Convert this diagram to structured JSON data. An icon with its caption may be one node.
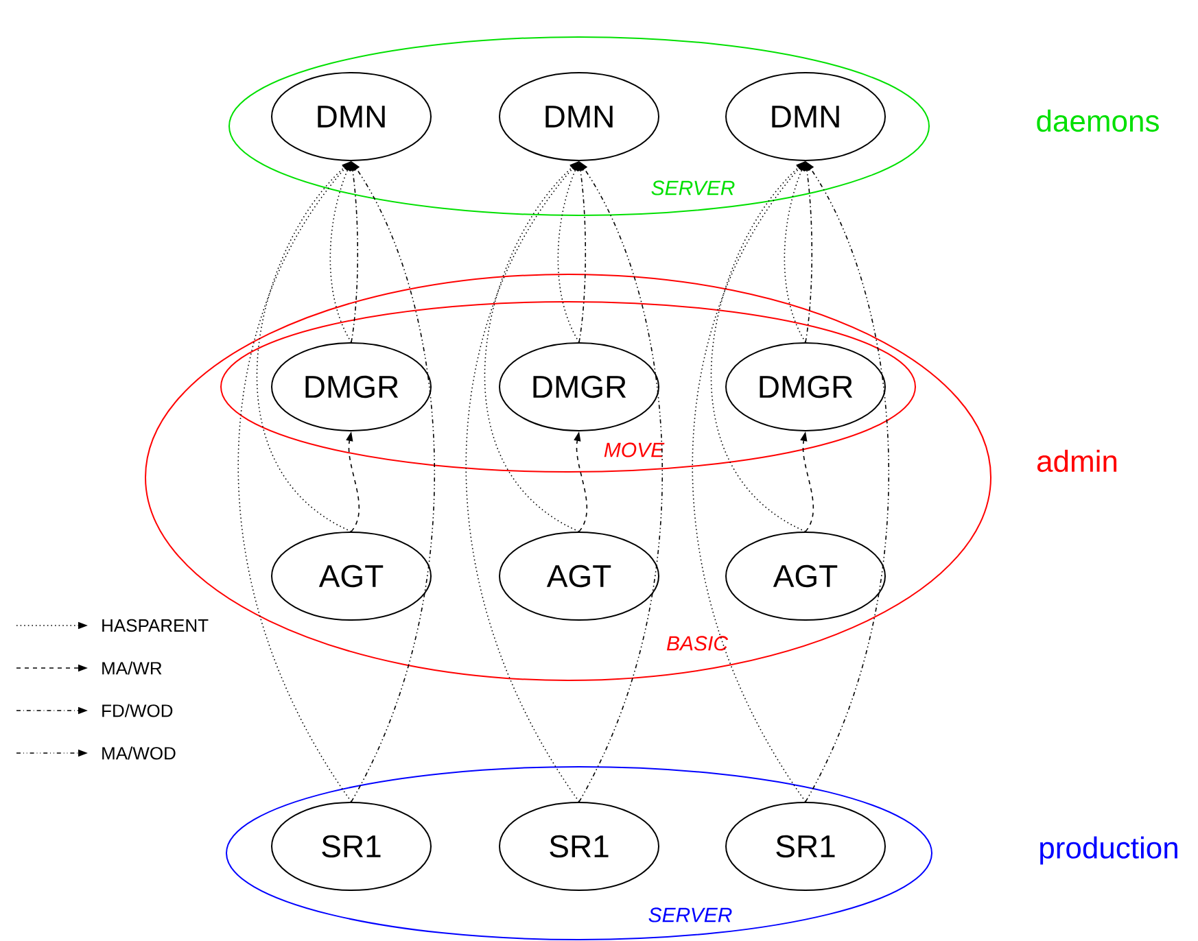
{
  "diagram": {
    "nodes": [
      {
        "text": [
          "SERVER"
        ],
        "beside": [
          "daemons"
        ]
      },
      {
        "text": [
          "DMN"
        ],
        "in": 0
      },
      {
        "text": [
          "DMN"
        ],
        "in": 0
      },
      {
        "text": [
          "DMN"
        ],
        "in": 0
      },
      {
        "text": [
          "BASIC"
        ],
        "beside": [
          "admin"
        ]
      },
      {
        "text": [
          "MOVE"
        ],
        "in": 4
      },
      {
        "text": [
          "DMGR"
        ],
        "in": 5
      },
      {
        "text": [
          "DMGR"
        ],
        "in": 5
      },
      {
        "text": [
          "DMGR"
        ],
        "in": 5
      },
      {
        "text": [
          "AGT"
        ],
        "in": 4
      },
      {
        "text": [
          "AGT"
        ],
        "in": 4
      },
      {
        "text": [
          "AGT"
        ],
        "in": 4
      },
      {
        "text": [
          "SERVER"
        ],
        "beside": [
          "production"
        ]
      },
      {
        "text": [
          "SR1"
        ],
        "in": 12
      },
      {
        "text": [
          "SR1"
        ],
        "in": 12
      },
      {
        "text": [
          "SR1"
        ],
        "in": 12
      }
    ],
    "edges": [
      {
        "from": 6,
        "to": 1,
        "arrow": "to",
        "style": "dashed"
      },
      {
        "from": 6,
        "to": 1,
        "arrow": "to",
        "style": "dashed"
      },
      {
        "from": 9,
        "to": 6,
        "arrow": "to",
        "style": "dashed"
      },
      {
        "from": 9,
        "to": 1,
        "arrow": "to",
        "style": "dashed"
      },
      {
        "from": 13,
        "to": 1,
        "arrow": "to",
        "style": "dashed"
      },
      {
        "from": 13,
        "to": 1,
        "arrow": "to",
        "style": "dashed"
      },
      {
        "from": 7,
        "to": 2,
        "arrow": "to",
        "style": "dashed"
      },
      {
        "from": 7,
        "to": 2,
        "arrow": "to",
        "style": "dashed"
      },
      {
        "from": 10,
        "to": 7,
        "arrow": "to",
        "style": "dashed"
      },
      {
        "from": 10,
        "to": 2,
        "arrow": "to",
        "style": "dashed"
      },
      {
        "from": 14,
        "to": 2,
        "arrow": "to",
        "style": "dashed"
      },
      {
        "from": 14,
        "to": 2,
        "arrow": "to",
        "style": "dashed"
      },
      {
        "from": 8,
        "to": 3,
        "arrow": "to",
        "style": "dashed"
      },
      {
        "from": 8,
        "to": 3,
        "arrow": "to",
        "style": "dashed"
      },
      {
        "from": 11,
        "to": 8,
        "arrow": "to",
        "style": "dashed"
      },
      {
        "from": 11,
        "to": 3,
        "arrow": "to",
        "style": "dashed"
      },
      {
        "from": 15,
        "to": 3,
        "arrow": "to",
        "style": "dashed"
      },
      {
        "from": 15,
        "to": 3,
        "arrow": "to",
        "style": "dashed"
      }
    ],
    "legend": [
      {
        "text": "HASPARENT"
      },
      {
        "text": "MA/WR"
      },
      {
        "text": "FD/WOD"
      },
      {
        "text": "MA/WOD"
      }
    ]
  }
}
